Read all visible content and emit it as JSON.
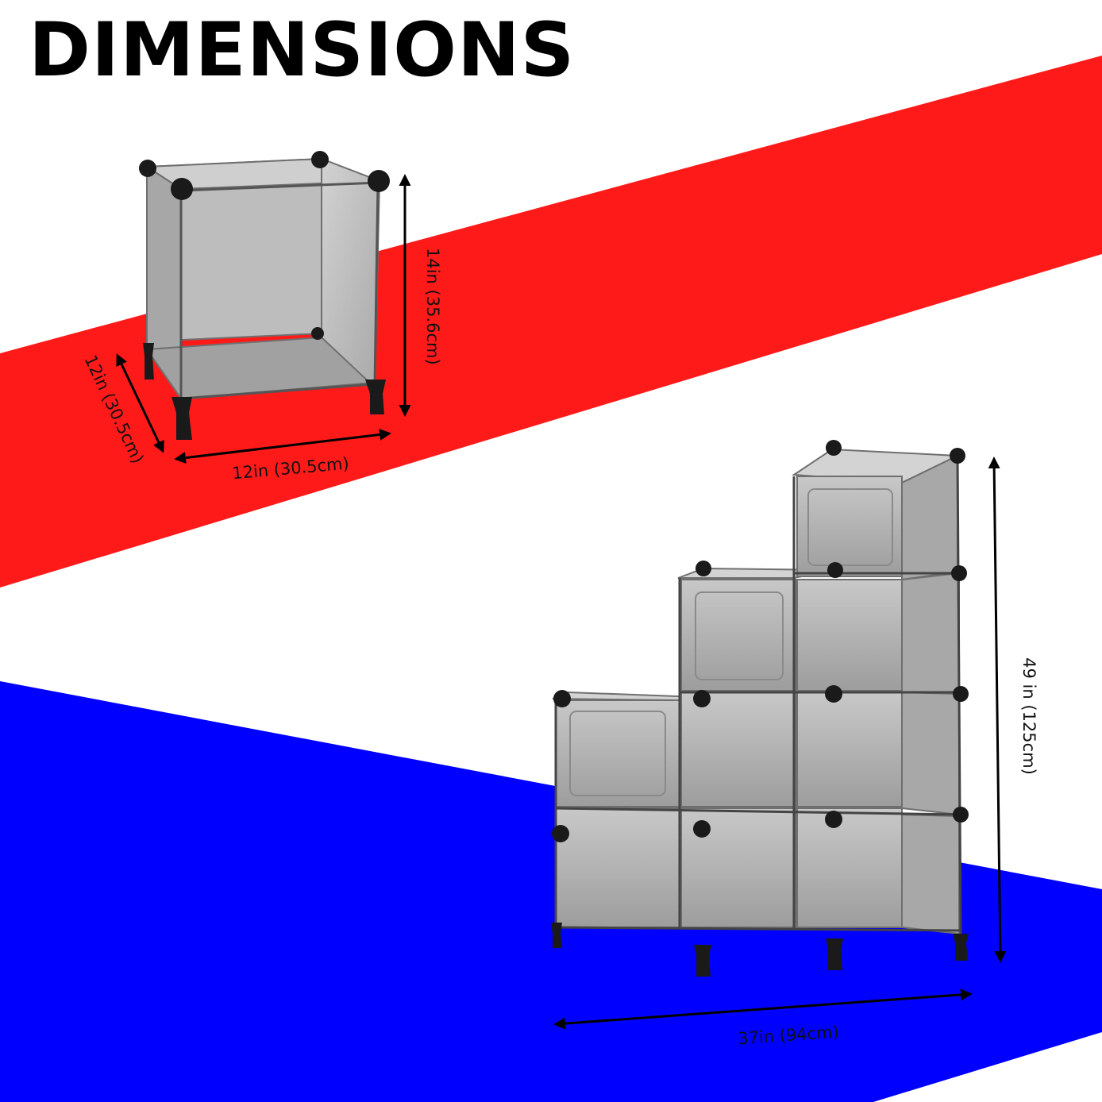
{
  "title": "DIMENSIONS",
  "colors": {
    "red_band": "#ff1a1a",
    "blue_band": "#0000ff",
    "panel": "#b9b9b9",
    "connector": "#1a1a1a"
  },
  "single_cube": {
    "height_label": "14in (35.6cm)",
    "depth_label": "12in (30.5cm)",
    "width_label": "12in (30.5cm)"
  },
  "six_cube": {
    "height_label": "49 in (125cm)",
    "width_label": "37in (94cm)"
  }
}
